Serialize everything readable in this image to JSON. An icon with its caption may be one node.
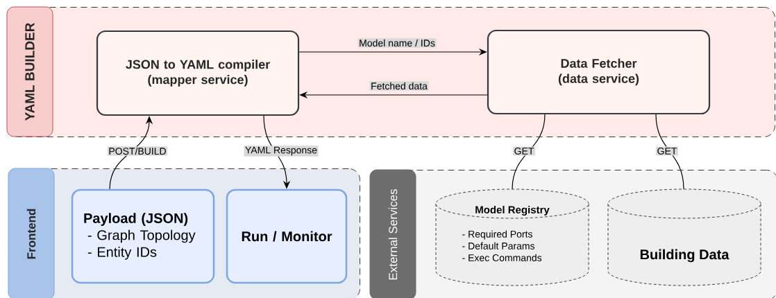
{
  "diagram": {
    "nodes": [
      {
        "text": [
          "YAML BUILDER"
        ]
      },
      {
        "text": [
          "JSON to YAML compiler (mapper service)"
        ],
        "in": 0
      },
      {
        "text": [
          "Data Fetcher (data service)"
        ],
        "in": 0
      },
      {
        "text": [
          "Frontend"
        ]
      },
      {
        "text": [
          "Payload (JSON)",
          "- Graph Topology",
          "- Entity IDs"
        ],
        "in": 3
      },
      {
        "text": [
          "Run / Monitor"
        ],
        "in": 3
      },
      {
        "text": [
          "External Services"
        ]
      },
      {
        "text": [
          "Model Registry",
          "- Required Ports",
          "- Default Params",
          "- Exec Commands"
        ],
        "in": 6
      },
      {
        "text": [
          "Building Data"
        ],
        "in": 6
      }
    ],
    "edges": [
      {
        "from": 1,
        "to": 2,
        "arrow": "to",
        "label": "Model name / IDs"
      },
      {
        "from": 2,
        "to": 1,
        "arrow": "to",
        "label": "Fetched data"
      },
      {
        "from": 4,
        "to": 1,
        "arrow": "to",
        "label": "POST/BUILD"
      },
      {
        "from": 1,
        "to": 5,
        "arrow": "to",
        "label": "YAML Response"
      },
      {
        "from": 2,
        "to": 7,
        "arrow": "none",
        "label": "GET"
      },
      {
        "from": 2,
        "to": 8,
        "arrow": "none",
        "label": "GET"
      }
    ]
  }
}
